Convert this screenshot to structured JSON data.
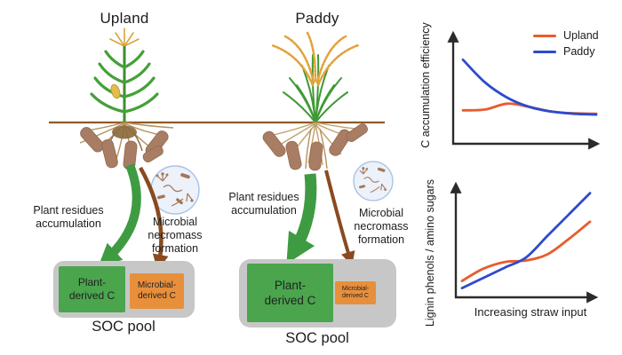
{
  "figure": {
    "upland": {
      "title": "Upland",
      "residues_label": "Plant residues\naccumulation",
      "necromass_label": "Microbial\nnecromass\nformation",
      "plant_box": "Plant-\nderived C",
      "microbial_box": "Microbial-\nderived C",
      "pool_label": "SOC pool"
    },
    "paddy": {
      "title": "Paddy",
      "residues_label": "Plant residues\naccumulation",
      "necromass_label": "Microbial\nnecromass\nformation",
      "plant_box": "Plant-\nderived C",
      "microbial_box": "Microbial-\nderived C",
      "pool_label": "SOC pool"
    }
  },
  "colors": {
    "green_box": "#4aa54d",
    "orange_box": "#e88f3c",
    "pool_gray": "#c7c7c7",
    "green_arrow": "#3f9b42",
    "brown_arrow": "#8a4a1f",
    "soil_line": "#8f5a28",
    "axis": "#2b2b2b"
  },
  "chart_data": [
    {
      "type": "line",
      "title": "",
      "ylabel": "C accumulation efficiency",
      "xlabel": "",
      "legend_position": "top-right",
      "grid": false,
      "ylim": [
        0,
        1
      ],
      "x": [
        0,
        1,
        2,
        3,
        4,
        5,
        6
      ],
      "series": [
        {
          "name": "Upland",
          "color": "#e85c2e",
          "values": [
            0.27,
            0.28,
            0.35,
            0.31,
            0.255,
            0.235,
            0.23
          ]
        },
        {
          "name": "Paddy",
          "color": "#2e4bcc",
          "values": [
            0.87,
            0.6,
            0.42,
            0.31,
            0.255,
            0.23,
            0.22
          ]
        }
      ],
      "note": "Qualitative curves; values normalized 0-1 read from axes without ticks"
    },
    {
      "type": "line",
      "title": "",
      "ylabel": "Lignin phenols / amino sugars",
      "xlabel": "Increasing straw input",
      "legend_position": "none",
      "grid": false,
      "ylim": [
        0,
        1
      ],
      "x": [
        0,
        1,
        2,
        3,
        4,
        5,
        6
      ],
      "series": [
        {
          "name": "Upland",
          "color": "#e85c2e",
          "values": [
            0.1,
            0.22,
            0.285,
            0.3,
            0.36,
            0.51,
            0.68
          ]
        },
        {
          "name": "Paddy",
          "color": "#2e4bcc",
          "values": [
            0.03,
            0.13,
            0.23,
            0.33,
            0.54,
            0.75,
            0.96
          ]
        }
      ],
      "note": "Qualitative curves; values normalized 0-1 read from axes without ticks"
    }
  ]
}
